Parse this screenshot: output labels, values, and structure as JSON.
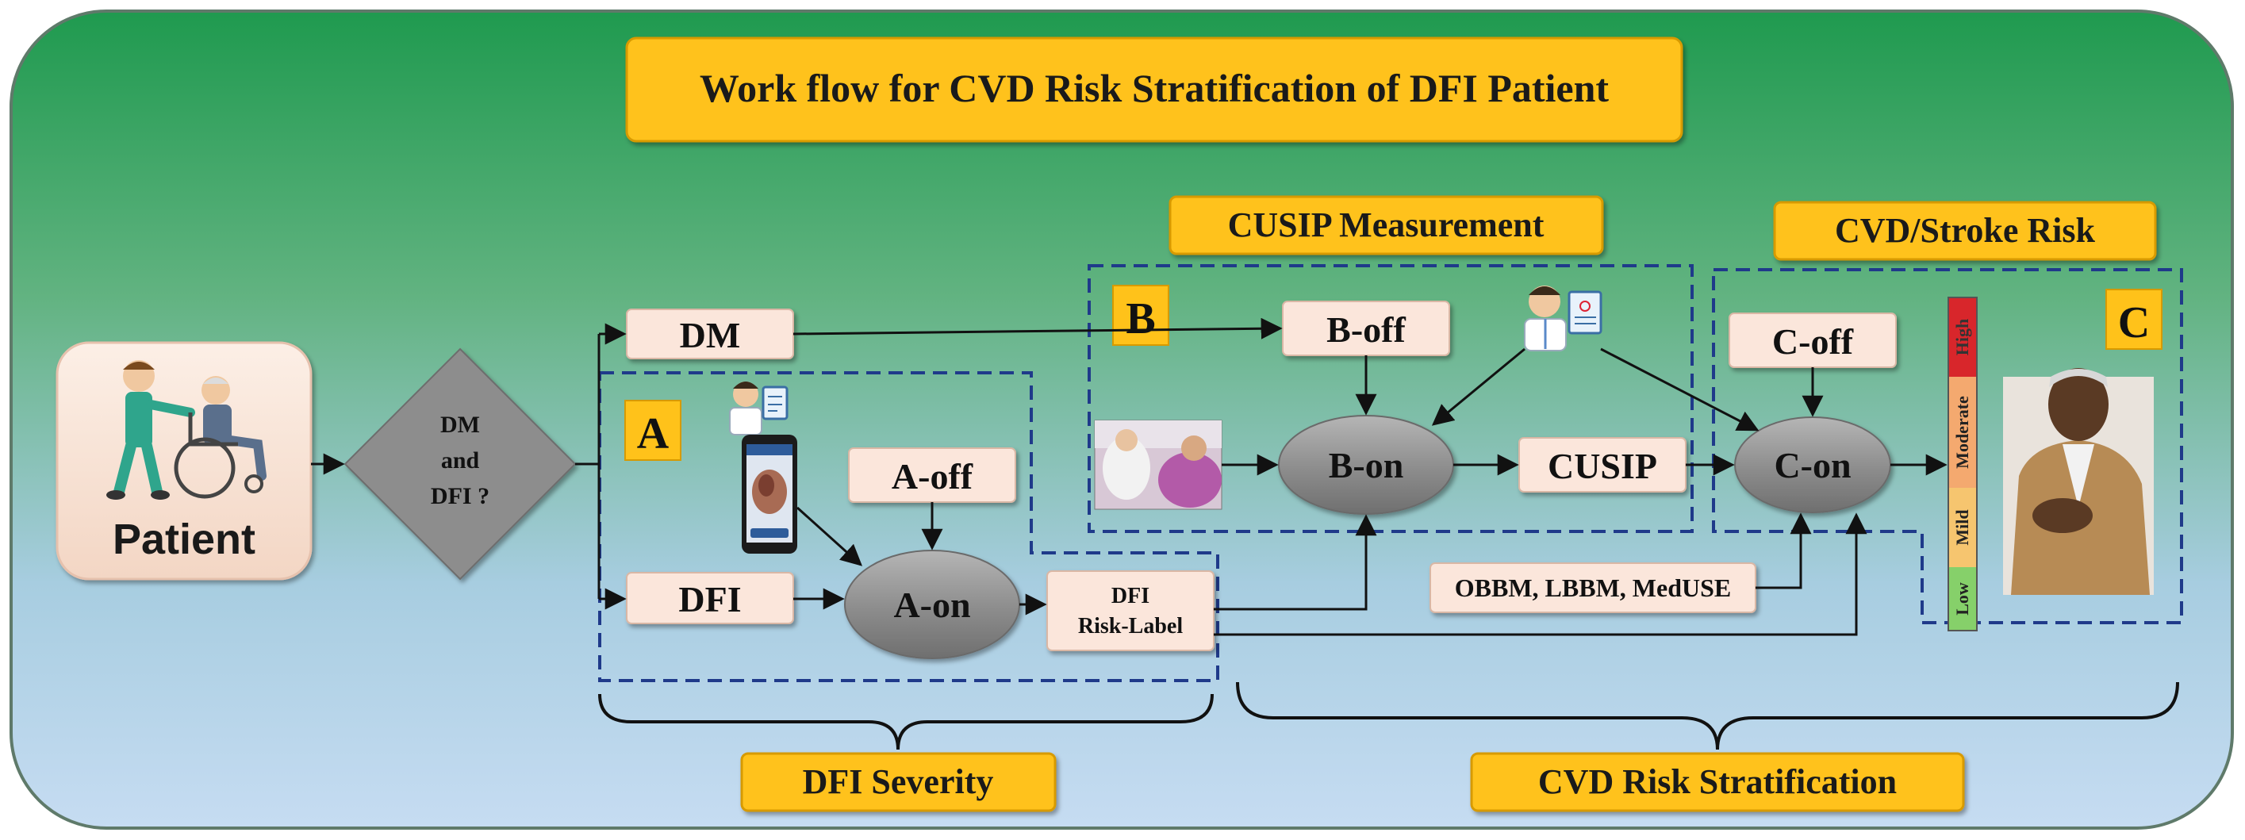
{
  "title": "Work flow for CVD Risk Stratification of DFI Patient",
  "patient": {
    "label": "Patient"
  },
  "decision": {
    "line1": "DM",
    "line2": "and",
    "line3": "DFI ?"
  },
  "nodes": {
    "dm": "DM",
    "dfi": "DFI",
    "a_off": "A-off",
    "a_on": "A-on",
    "dfi_risk_line1": "DFI",
    "dfi_risk_line2": "Risk-Label",
    "b_off": "B-off",
    "b_on": "B-on",
    "cusip": "CUSIP",
    "c_off": "C-off",
    "c_on": "C-on",
    "biomarkers": "OBBM, LBBM, MedUSE"
  },
  "section_markers": {
    "a": "A",
    "b": "B",
    "c": "C"
  },
  "section_titles": {
    "cusip_measurement": "CUSIP Measurement",
    "cvd_stroke_risk": "CVD/Stroke Risk",
    "dfi_severity": "DFI Severity",
    "cvd_risk_stratification": "CVD Risk Stratification"
  },
  "risk_scale": {
    "levels": [
      "High",
      "Moderate",
      "Mild",
      "Low"
    ],
    "colors": [
      "#d8262b",
      "#f4a96f",
      "#f6c56f",
      "#86d06a"
    ]
  },
  "colors": {
    "gradient_top": "#1f9a4f",
    "gradient_bottom": "#c6dcf2",
    "label_bg": "#ffc21a",
    "node_bg": "#fbe6db",
    "oval": "#8e8e8e",
    "diamond": "#8d8d8d",
    "dashed_border": "#1f3a8a"
  }
}
